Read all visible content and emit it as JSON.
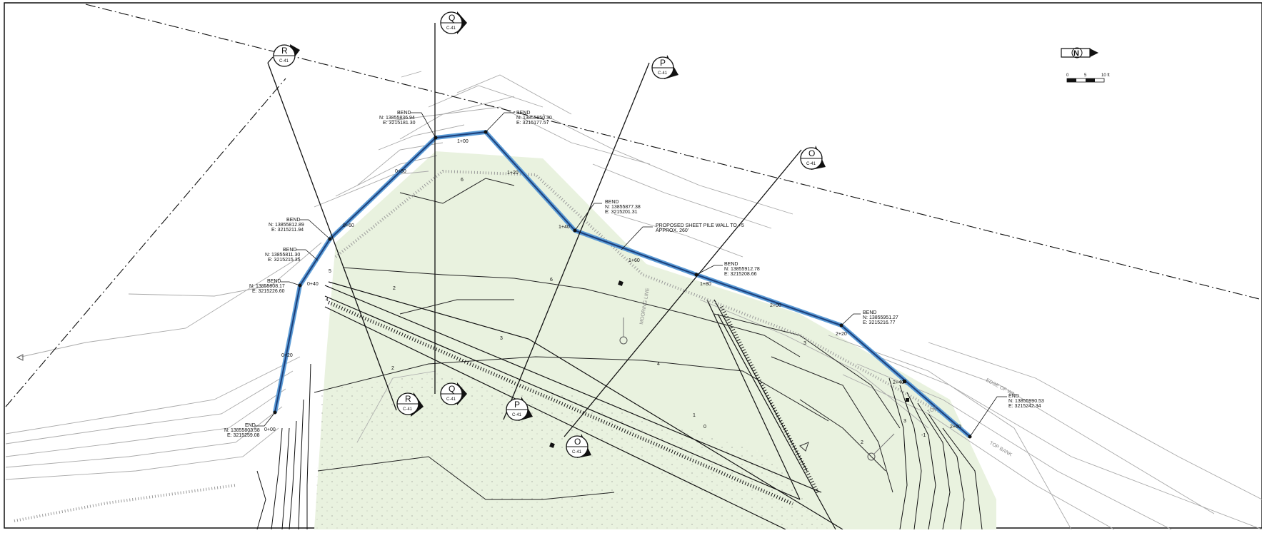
{
  "colors": {
    "fill_area": "#e9f2df",
    "wall": "#2e6fb5",
    "wall_halo": "#5b9bd6",
    "lines": "#111111",
    "contours": "#a9a9a9"
  },
  "callouts": [
    {
      "title": "BEND",
      "n": "N: 13855836.94",
      "e": "E: 3215181.30"
    },
    {
      "title": "BEND",
      "n": "N: 13855850.30",
      "e": "E: 3215177.57"
    },
    {
      "title": "BEND",
      "n": "N: 13855877.38",
      "e": "E: 3215201.31"
    },
    {
      "title": "BEND",
      "n": "N: 13855912.78",
      "e": "E: 3215208.66"
    },
    {
      "title": "BEND",
      "n": "N: 13855951.27",
      "e": "E: 3215216.77"
    },
    {
      "title": "BEND",
      "n": "N: 13855812.89",
      "e": "E: 3215211.94"
    },
    {
      "title": "BEND",
      "n": "N: 13855811.30",
      "e": "E: 3215215.35"
    },
    {
      "title": "BEND",
      "n": "N: 13855808.17",
      "e": "E: 3215226.60"
    },
    {
      "title": "END",
      "n": "N: 13855803.58",
      "e": "E: 3215259.08"
    },
    {
      "title": "END",
      "n": "N: 13855990.53",
      "e": "E: 3215242.34"
    }
  ],
  "note": {
    "line1": "PROPOSED SHEET PILE WALL TO +5",
    "line2": "APPROX. 260'"
  },
  "section_markers": [
    {
      "letter": "R",
      "sheet": "C-41"
    },
    {
      "letter": "Q",
      "sheet": "C-41"
    },
    {
      "letter": "P",
      "sheet": "C-41"
    },
    {
      "letter": "O",
      "sheet": "C-41"
    },
    {
      "letter": "R",
      "sheet": "C-41"
    },
    {
      "letter": "Q",
      "sheet": "C-41"
    },
    {
      "letter": "P",
      "sheet": "C-41"
    },
    {
      "letter": "O",
      "sheet": "C-41"
    }
  ],
  "stations": [
    "0+00",
    "0+20",
    "0+40",
    "0+60",
    "0+80",
    "1+00",
    "1+20",
    "1+40",
    "1+60",
    "1+80",
    "2+00",
    "2+20",
    "2+40",
    "2+60"
  ],
  "contour_labels": [
    "6",
    "5",
    "2",
    "4",
    "3",
    "6",
    "4",
    "3",
    "2",
    "1",
    "0",
    "3",
    "2",
    "-1"
  ],
  "map_labels": {
    "mooring": "MOORING LINE",
    "edge": "EDGE OF WA",
    "top_bank": "TOP BANK",
    "toe": "TOE"
  },
  "north_arrow": {
    "letter": "N"
  },
  "scale_bar": {
    "ticks": [
      "0",
      "5",
      "10 ft"
    ]
  }
}
